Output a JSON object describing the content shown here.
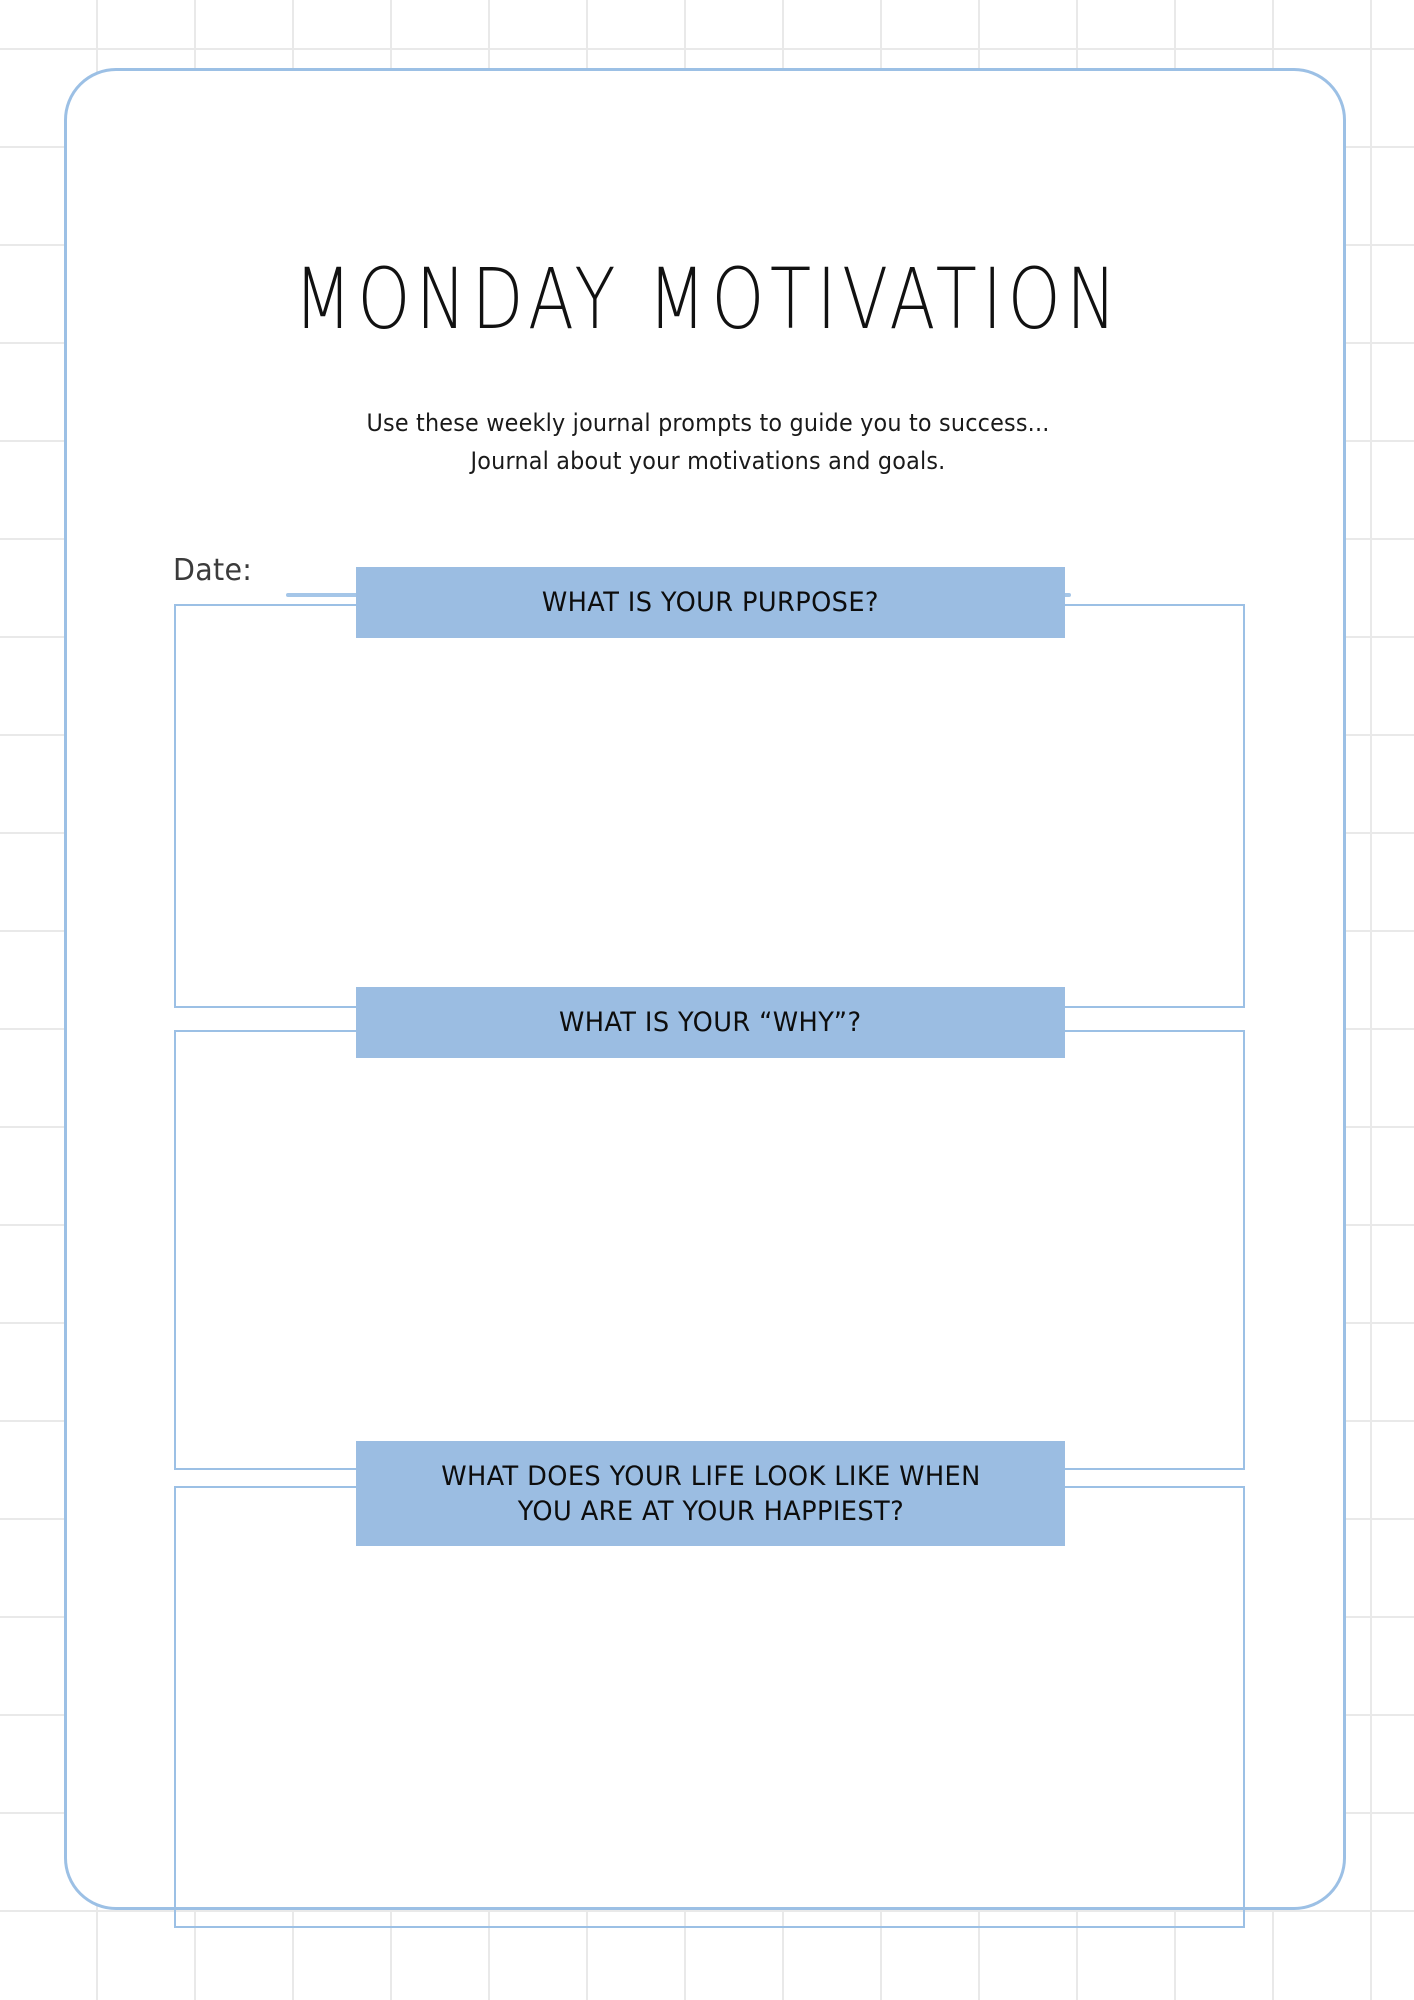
{
  "page": {
    "title": "MONDAY MOTIVATION",
    "subtitle_line_1": "Use these weekly journal prompts to guide you to success...",
    "subtitle_line_2": "Journal about your motivations and goals.",
    "date_label": "Date:",
    "date_value": ""
  },
  "colors": {
    "banner_fill": "#9bbde2",
    "card_border": "#9cc0e5",
    "answer_box_border": "#9cc0e5",
    "date_line": "#a5c6e8",
    "grid_line": "#e9e9e9",
    "page_background": "#ffffff",
    "title_text": "#111111",
    "date_label_text": "#3b3b3b",
    "banner_text": "#0d0d0d"
  },
  "prompts": [
    {
      "id": "purpose",
      "banner_label": "WHAT IS YOUR PURPOSE?",
      "banner_line_2": "",
      "answer_value": ""
    },
    {
      "id": "why",
      "banner_label": "WHAT IS YOUR “WHY”?",
      "banner_line_2": "",
      "answer_value": ""
    },
    {
      "id": "happiest",
      "banner_label": "WHAT DOES YOUR LIFE LOOK LIKE WHEN",
      "banner_line_2": "YOU ARE AT YOUR HAPPIEST?",
      "answer_value": ""
    }
  ]
}
